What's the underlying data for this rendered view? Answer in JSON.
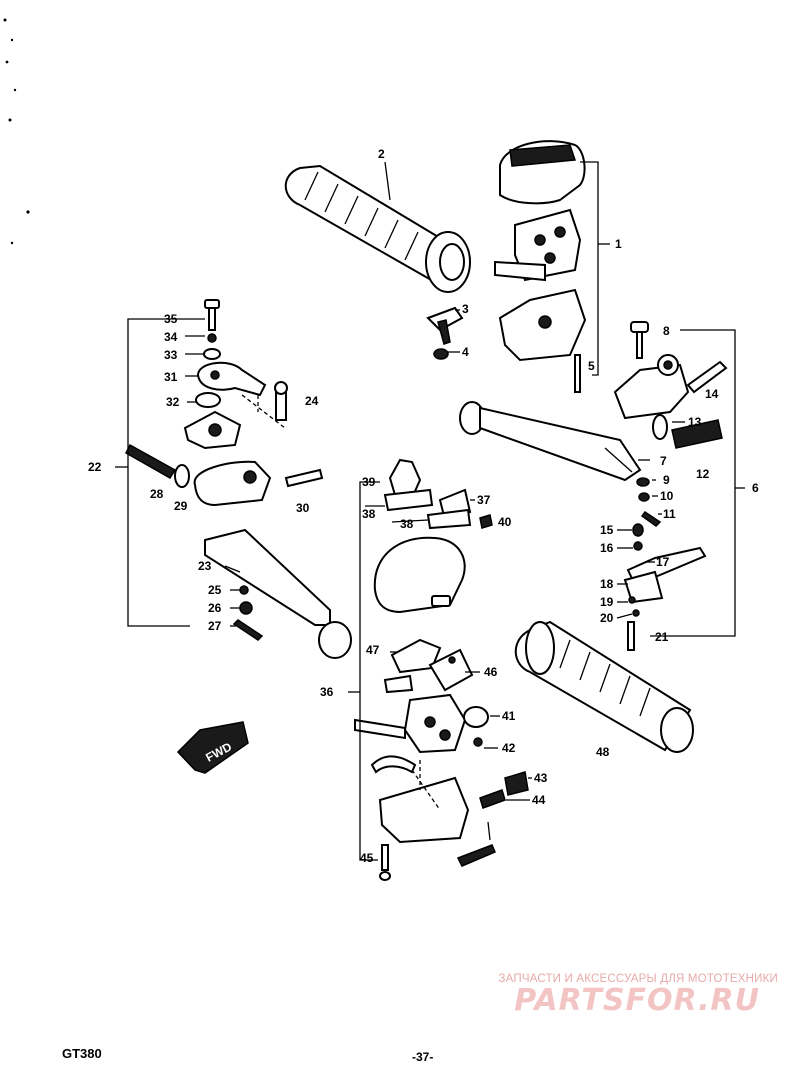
{
  "diagram": {
    "callouts": [
      "1",
      "2",
      "3",
      "4",
      "5",
      "6",
      "7",
      "8",
      "9",
      "10",
      "11",
      "12",
      "13",
      "14",
      "15",
      "16",
      "17",
      "18",
      "19",
      "20",
      "21",
      "22",
      "23",
      "24",
      "25",
      "26",
      "27",
      "28",
      "29",
      "30",
      "31",
      "32",
      "33",
      "34",
      "35",
      "36",
      "37",
      "38",
      "39",
      "40",
      "41",
      "42",
      "43",
      "44",
      "45",
      "46",
      "47",
      "48"
    ],
    "arrow_label": "FWD"
  },
  "footer": {
    "model": "GT380",
    "page": "-37-"
  },
  "watermark": {
    "small": "ЗАПЧАСТИ И АКСЕССУАРЫ ДЛЯ МОТОТЕХНИКИ",
    "big": "PARTSFOR.RU"
  }
}
